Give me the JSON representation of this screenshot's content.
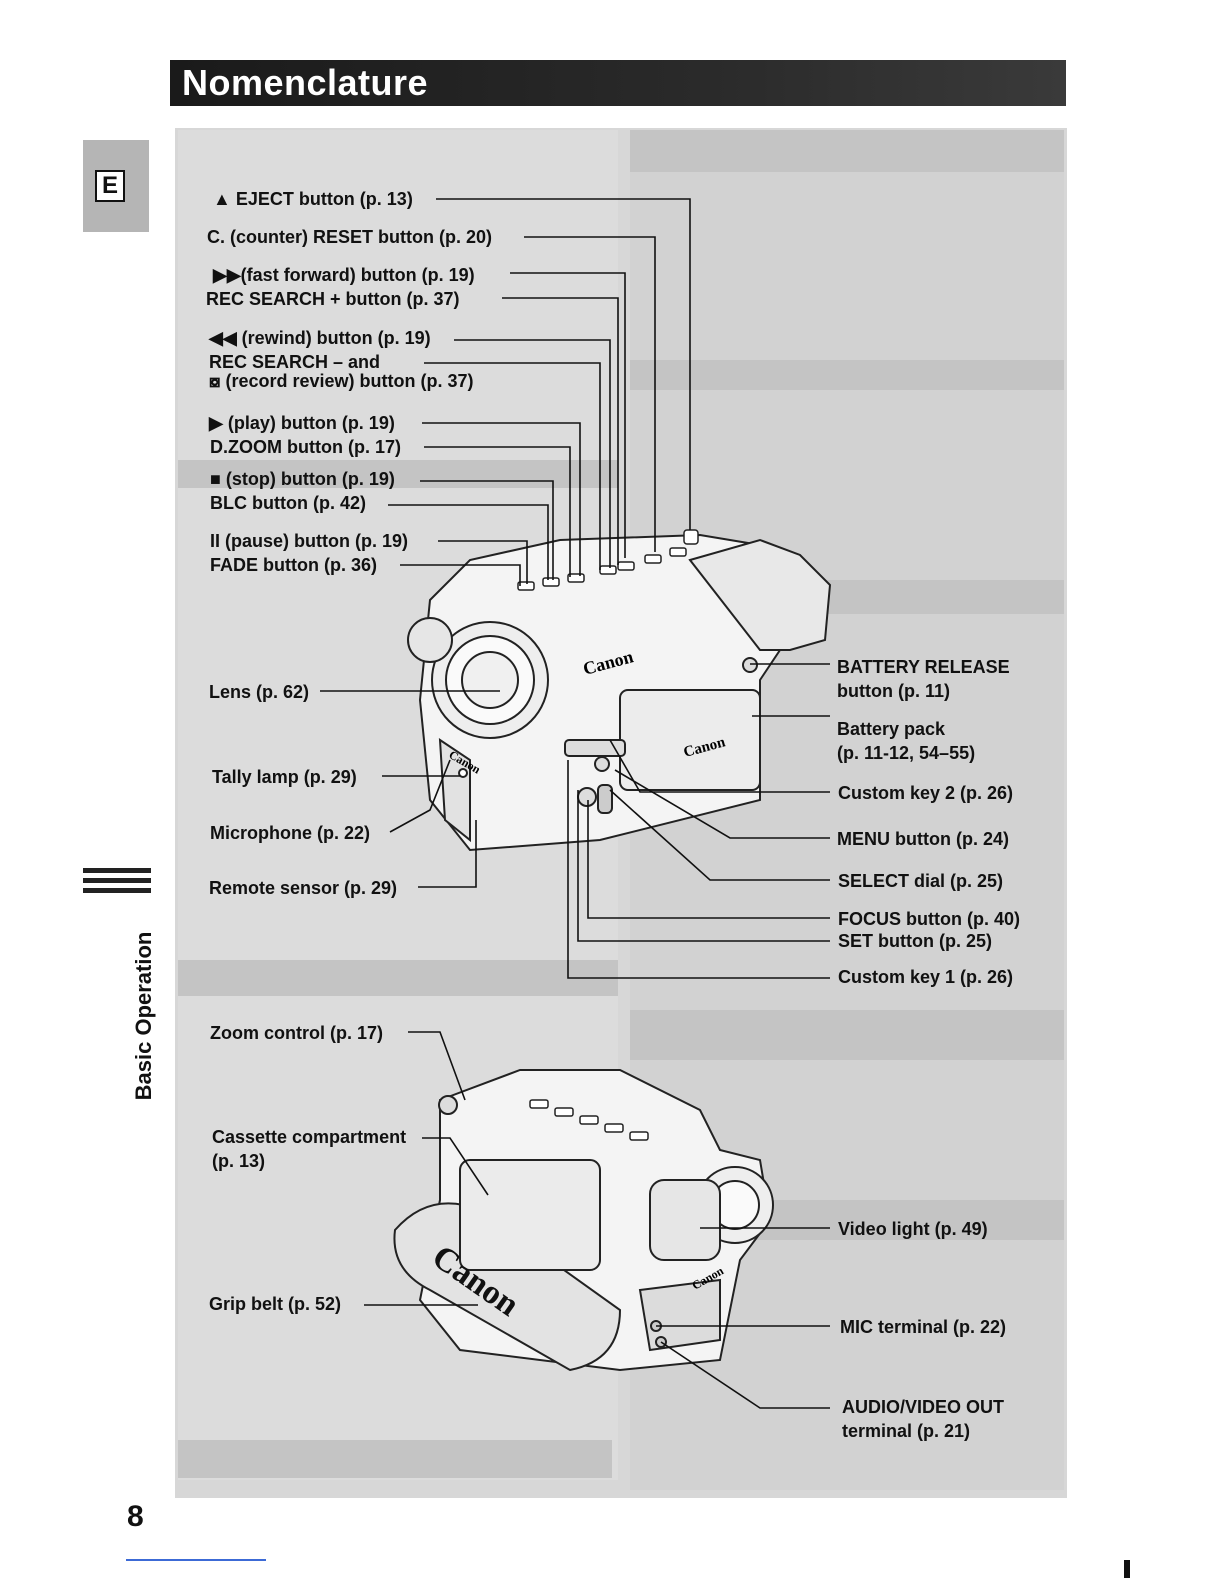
{
  "header": {
    "title": "Nomenclature"
  },
  "sidebar": {
    "tab_letter": "E",
    "section": "Basic Operation"
  },
  "page_number": "8",
  "labels_left_top": [
    "▲ EJECT button (p. 13)",
    "C. (counter) RESET button (p. 20)",
    "▶▶(fast forward) button (p. 19)",
    "REC SEARCH + button  (p. 37)",
    "◀◀ (rewind) button (p. 19)",
    "REC SEARCH – and",
    "⧇ (record review) button (p. 37)",
    "▶ (play) button (p. 19)",
    "D.ZOOM button (p. 17)",
    "■ (stop) button (p. 19)",
    "BLC button (p. 42)",
    "II (pause) button (p. 19)",
    "FADE button (p. 36)"
  ],
  "labels_left_mid": [
    "Lens (p. 62)",
    "Tally lamp (p. 29)",
    "Microphone (p. 22)",
    "Remote sensor (p. 29)"
  ],
  "labels_right_mid": [
    "BATTERY RELEASE",
    "button (p. 11)",
    "Battery pack",
    "(p. 11-12, 54–55)",
    "Custom key 2 (p. 26)",
    "MENU button (p. 24)",
    "SELECT dial (p. 25)",
    "FOCUS button (p. 40)",
    "SET button (p. 25)",
    "Custom key 1 (p. 26)"
  ],
  "labels_left_bottom": [
    "Zoom control (p. 17)",
    "Cassette compartment",
    "(p. 13)",
    "Grip belt (p. 52)"
  ],
  "labels_right_bottom": [
    "Video light (p. 49)",
    "MIC terminal (p. 22)",
    "AUDIO/VIDEO OUT",
    "terminal (p. 21)"
  ],
  "camera_brand": "Canon",
  "colors": {
    "title_bar": "#1e1e1e",
    "background_panel": "#d7d7d7",
    "tab": "#b5b5b5"
  }
}
